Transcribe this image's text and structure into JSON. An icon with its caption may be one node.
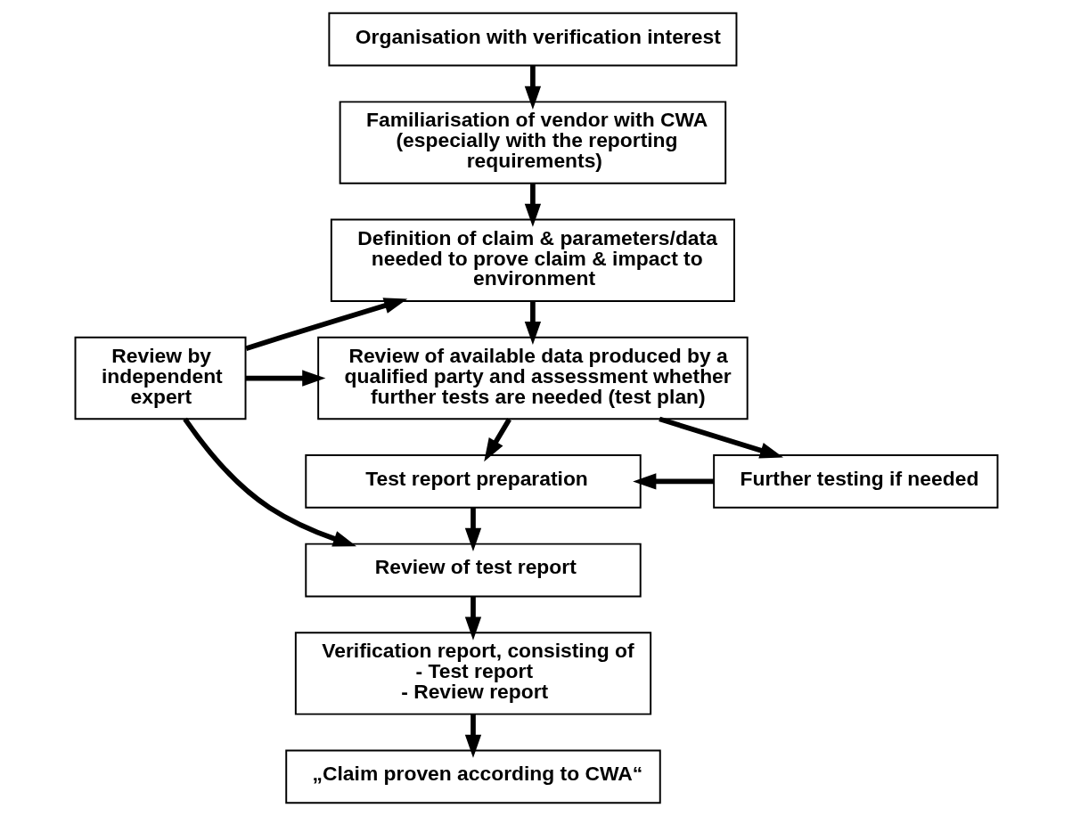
{
  "diagram": {
    "nodes": [
      {
        "text": [
          "Organisation with verification interest"
        ]
      },
      {
        "text": [
          "Familiarisation of vendor with CWA (especially with the reporting requirements)"
        ]
      },
      {
        "text": [
          "Definition of claim & parameters/data needed to prove claim & impact to environment"
        ]
      },
      {
        "text": [
          "Review of available data produced by a qualified party and assessment whether further tests are needed (test plan)"
        ]
      },
      {
        "text": [
          "Further testing if needed"
        ]
      },
      {
        "text": [
          "Test report preparation"
        ]
      },
      {
        "text": [
          "Review of test report"
        ]
      },
      {
        "text": [
          "Verification report, consisting of",
          "- Test report",
          "- Review report"
        ]
      },
      {
        "text": [
          "„Claim proven according to CWA“"
        ]
      },
      {
        "text": [
          "Review by independent expert"
        ]
      }
    ],
    "edges": [
      {
        "from": 0,
        "to": 1,
        "arrow": "to"
      },
      {
        "from": 1,
        "to": 2,
        "arrow": "to"
      },
      {
        "from": 2,
        "to": 3,
        "arrow": "to"
      },
      {
        "from": 3,
        "to": 5,
        "arrow": "to"
      },
      {
        "from": 3,
        "to": 4,
        "arrow": "to"
      },
      {
        "from": 4,
        "to": 5,
        "arrow": "to"
      },
      {
        "from": 5,
        "to": 6,
        "arrow": "to"
      },
      {
        "from": 6,
        "to": 7,
        "arrow": "to"
      },
      {
        "from": 7,
        "to": 8,
        "arrow": "to"
      },
      {
        "from": 9,
        "to": 2,
        "arrow": "to"
      },
      {
        "from": 9,
        "to": 3,
        "arrow": "to"
      },
      {
        "from": 9,
        "to": 6,
        "arrow": "to"
      }
    ]
  }
}
